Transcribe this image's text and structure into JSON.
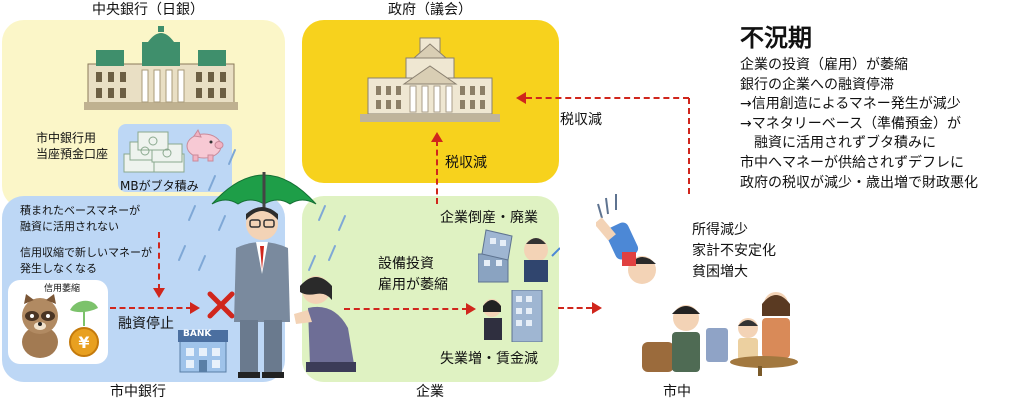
{
  "colors": {
    "central_bank_bg": "#fbf6c8",
    "government_bg": "#f7d21d",
    "commercial_bank_bg": "#bdd7f5",
    "companies_bg": "#dff2c2",
    "arrow": "#d0261c",
    "umbrella": "#1e9e48"
  },
  "panels": {
    "central_bank": {
      "title": "中央銀行（日銀）",
      "account_label": [
        "市中銀行用",
        "当座預金口座"
      ],
      "pig_bank_note": "MBがブタ積み"
    },
    "government": {
      "title": "政府（議会）"
    },
    "commercial_bank": {
      "title": "市中銀行",
      "notes": [
        "積まれたベースマネーが",
        "融資に活用されない",
        "信用収縮で新しいマネーが",
        "発生しなくなる"
      ],
      "credit_shrink_label": "信用萎縮",
      "lending_stop": "融資停止",
      "bank_sign": "BANK"
    },
    "companies": {
      "title": "企業",
      "bankruptcy": "企業倒産・廃業",
      "investment": [
        "設備投資",
        "雇用が萎縮"
      ],
      "unemployment": "失業増・賃金減",
      "tax_decrease": "税収減"
    },
    "market": {
      "title": "市中",
      "effects": [
        "所得減少",
        "家計不安定化",
        "貧困増大"
      ],
      "tax_decrease": "税収減"
    }
  },
  "summary": {
    "title": "不況期",
    "lines": [
      "企業の投資（雇用）が萎縮",
      "銀行の企業への融資停滞",
      "→信用創造によるマネー発生が減少",
      "→マネタリーベース（準備預金）が",
      "　融資に活用されずブタ積みに",
      "市中へマネーが供給されずデフレに",
      "政府の税収が減少・歳出増で財政悪化"
    ]
  },
  "icons": {
    "central_bank": "central-bank-building-icon",
    "government": "parliament-building-icon",
    "money": "banknote-stack-icon",
    "piggy": "piggy-bank-icon",
    "rain": "rain-icon",
    "umbrella": "umbrella-icon",
    "banker": "banker-icon",
    "pleading": "pleading-person-icon",
    "raccoon": "raccoon-icon",
    "coin": "yen-coin-icon",
    "bank": "bank-building-icon",
    "bankruptcy": "collapsed-building-icon",
    "office": "office-building-icon",
    "falling": "falling-person-icon",
    "family": "poor-family-icon",
    "cross": "cross-mark-icon"
  }
}
